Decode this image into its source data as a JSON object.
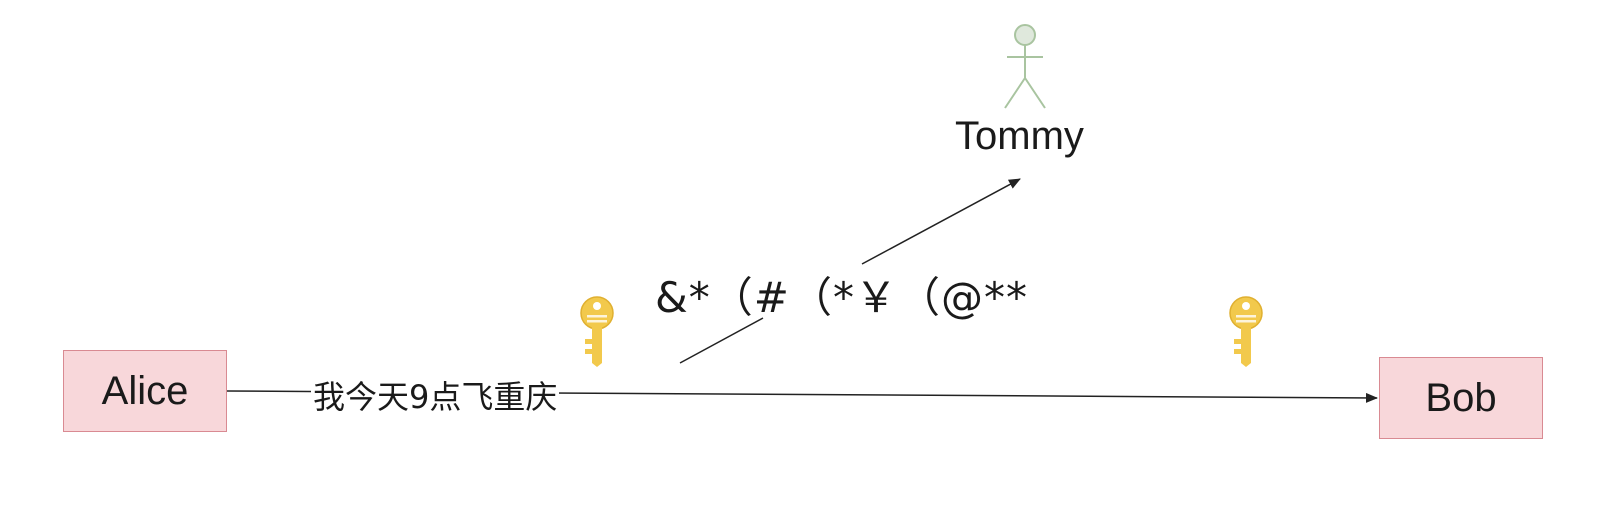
{
  "nodes": {
    "alice": "Alice",
    "bob": "Bob",
    "eavesdropper": "Tommy"
  },
  "message": {
    "plaintext": "我今天9点飞重庆",
    "ciphertext": "&*（#（*￥（@**"
  },
  "icons": {
    "key_left": "key-icon",
    "key_right": "key-icon",
    "actor": "stick-figure-icon"
  },
  "colors": {
    "box_fill": "#f8d7da",
    "box_border": "#d98a92",
    "key": "#f2c94c",
    "actor": "#a9c4a0",
    "line": "#222222"
  }
}
